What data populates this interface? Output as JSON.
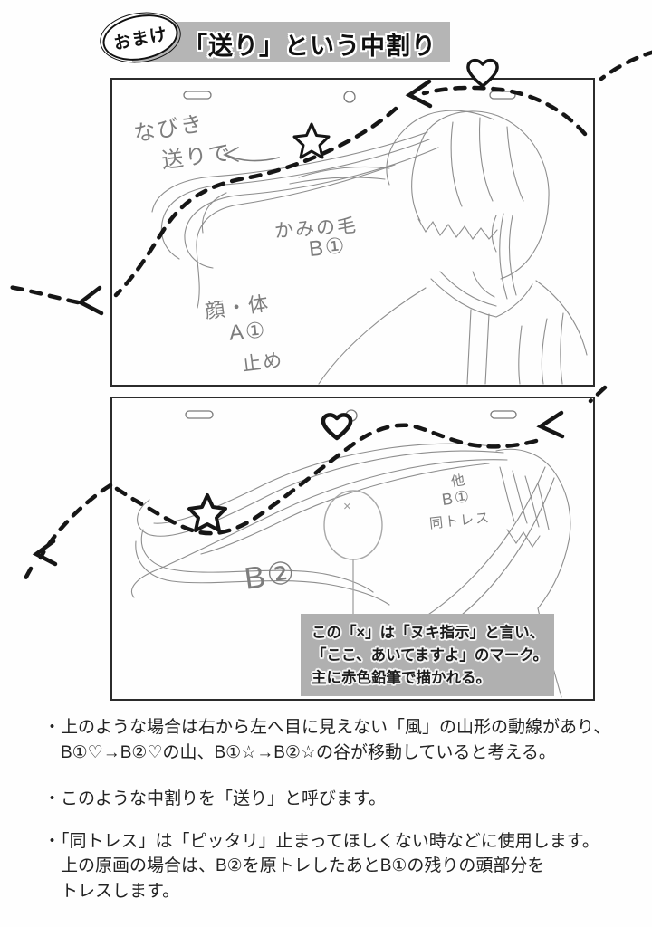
{
  "colors": {
    "title_bar": "#b5b5b5",
    "callout_bg": "#b0b0b0",
    "ink": "#161616",
    "pencil": "#8e8e8e"
  },
  "header": {
    "badge_label": "おまけ",
    "title": "「送り」という中割り"
  },
  "frame1": {
    "annotations": {
      "nabiki": "なびき",
      "okuri_de": "送りで",
      "hair_label": "かみの毛",
      "hair_cel": "B①",
      "face_body_label": "顔・体",
      "face_body_cel": "A①",
      "hold": "止め"
    }
  },
  "frame2": {
    "annotations": {
      "cel": "B②",
      "other": "他",
      "other_cel": "B①",
      "same_trace": "同トレス",
      "nuki_mark": "×"
    }
  },
  "callout": {
    "lines": [
      "この「×」は「ヌキ指示」と言い、",
      "「ここ、あいてますよ」のマーク。",
      "主に赤色鉛筆で描かれる。"
    ]
  },
  "notes": [
    {
      "lines": [
        "・上のような場合は右から左へ目に見えない「風」の山形の動線があり、",
        "B①♡→B②♡の山、B①☆→B②☆の谷が移動していると考える。"
      ]
    },
    {
      "lines": [
        "・このような中割りを「送り」と呼びます。"
      ]
    },
    {
      "lines": [
        "・「同トレス」は「ピッタリ」止まってほしくない時などに使用します。",
        "上の原画の場合は、B②を原トレしたあとB①の残りの頭部分を",
        "トレスします。"
      ]
    }
  ]
}
